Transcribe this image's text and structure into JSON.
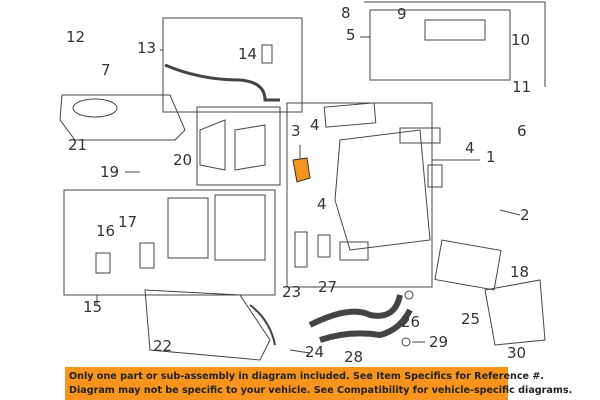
{
  "callouts": [
    "1",
    "2",
    "3",
    "4",
    "4",
    "4",
    "5",
    "6",
    "7",
    "8",
    "9",
    "10",
    "11",
    "12",
    "13",
    "14",
    "15",
    "16",
    "17",
    "18",
    "19",
    "20",
    "21",
    "22",
    "23",
    "24",
    "25",
    "26",
    "27",
    "28",
    "29",
    "30"
  ],
  "highlighted_part": "3",
  "colors": {
    "highlight": "#f7941d",
    "line": "#444444",
    "banner": "#f7941d"
  },
  "banner": {
    "line1": "Only one part or sub-assembly in diagram included. See Item Specifics for Reference #.",
    "line2": "Diagram may not be specific to your vehicle. See Compatibility for vehicle-specific diagrams."
  }
}
